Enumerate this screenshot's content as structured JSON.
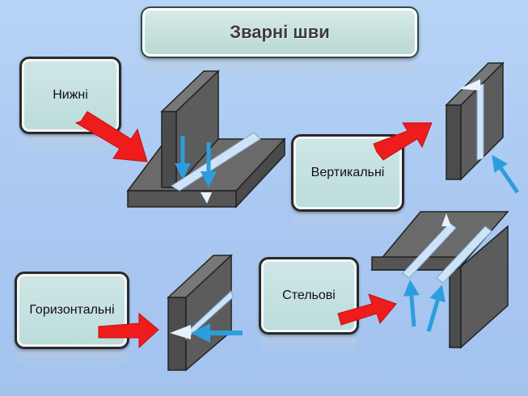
{
  "title": "Зварні шви",
  "labels": {
    "bottom": "Нижні",
    "vertical": "Вертикальні",
    "horizontal": "Горизонтальні",
    "overhead": "Стельові"
  },
  "colors": {
    "plate_dark": "#555555",
    "plate_mid": "#6a6a6a",
    "plate_light": "#8a8a8a",
    "seam": "#c8dff5",
    "arrow_red": "#ee1c1c",
    "arrow_blue": "#2b9ede"
  }
}
